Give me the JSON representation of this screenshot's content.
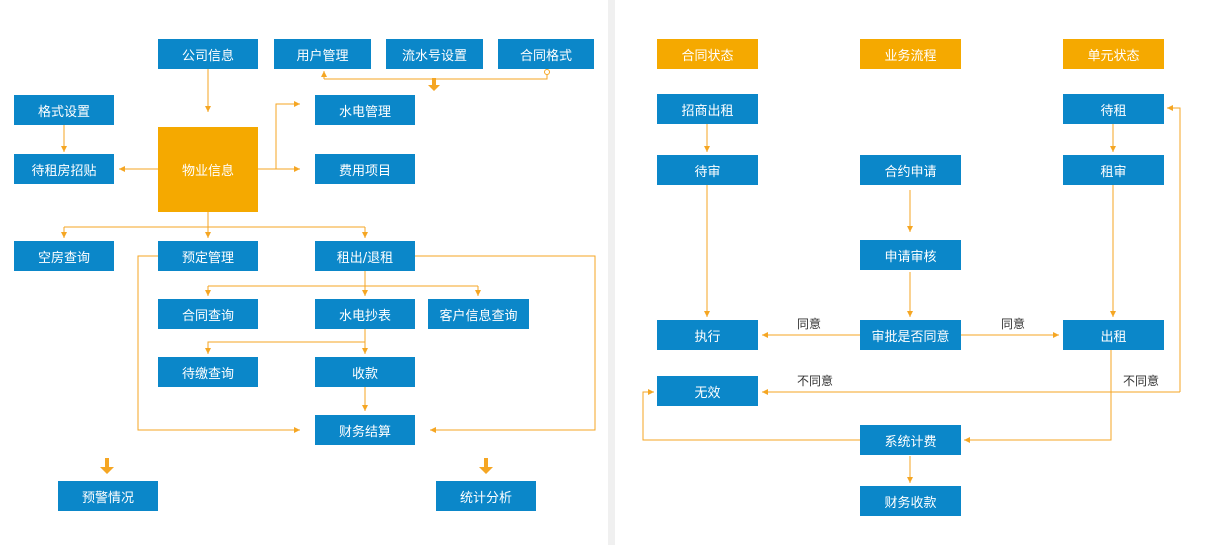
{
  "colors": {
    "box_blue": "#0b87c9",
    "box_orange": "#f5a900",
    "line": "#f5a623"
  },
  "left_diagram": {
    "company_info": "公司信息",
    "user_mgmt": "用户管理",
    "serial_settings": "流水号设置",
    "contract_format": "合同格式",
    "format_settings": "格式设置",
    "property_info": "物业信息",
    "water_power_mgmt": "水电管理",
    "fee_items": "费用项目",
    "rental_posting": "待租房招贴",
    "vacancy_query": "空房查询",
    "booking_mgmt": "预定管理",
    "rent_return": "租出/退租",
    "contract_query": "合同查询",
    "meter_reading": "水电抄表",
    "customer_query": "客户信息查询",
    "pending_query": "待缴查询",
    "collection": "收款",
    "settlement": "财务结算",
    "warning": "预警情况",
    "statistics": "统计分析"
  },
  "right_diagram": {
    "header_contract_status": "合同状态",
    "header_process": "业务流程",
    "header_unit_status": "单元状态",
    "leasing": "招商出租",
    "pending_review": "待审",
    "execute": "执行",
    "invalid": "无效",
    "contract_apply": "合约申请",
    "apply_review": "申请审核",
    "approve_decision": "审批是否同意",
    "system_billing": "系统计费",
    "finance_receipt": "财务收款",
    "to_rent": "待租",
    "rent_review": "租审",
    "rented": "出租",
    "agree_left": "同意",
    "agree_right": "同意",
    "disagree_left": "不同意",
    "disagree_right": "不同意"
  }
}
